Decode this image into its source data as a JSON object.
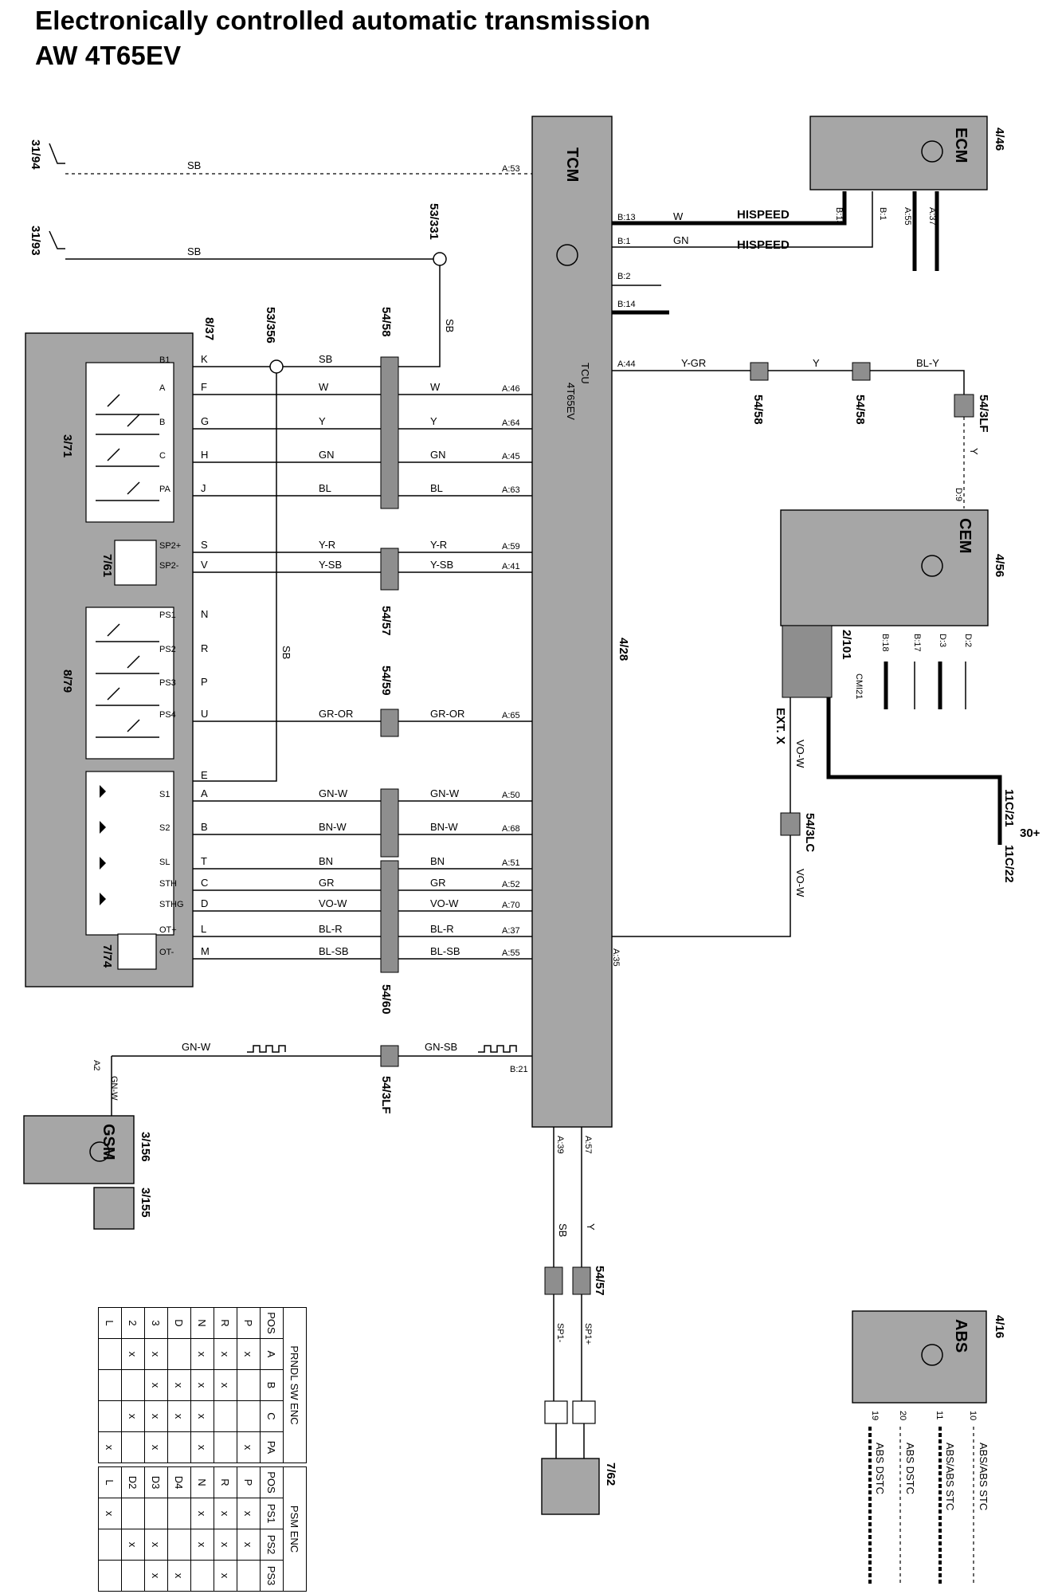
{
  "title": {
    "line1": "Electronically controlled automatic transmission",
    "line2": "AW 4T65EV"
  },
  "modules": {
    "tcm": {
      "id": "4/28",
      "name": "TCM",
      "sub1": "4T65EV",
      "sub2": "ТСU"
    },
    "ecm": {
      "id": "4/46",
      "name": "ECM"
    },
    "cem": {
      "id": "4/56",
      "name": "CEM"
    },
    "gsm": {
      "id": "3/156",
      "name": "GSM"
    },
    "abs": {
      "id": "4/16",
      "name": "ABS"
    },
    "unit871": {
      "id": "8/37"
    },
    "unit371": {
      "id": "3/71"
    },
    "unit761": {
      "id": "7/61"
    },
    "unit879": {
      "id": "8/79"
    },
    "unit774": {
      "id": "7/74"
    },
    "unit762": {
      "id": "7/62"
    },
    "unit3155": {
      "id": "3/155"
    },
    "cm21": {
      "id": "2/101",
      "sub": "CMI21"
    }
  },
  "grounds": {
    "g1": "31/94",
    "g2": "31/93"
  },
  "splices": {
    "s1": "53/331",
    "s2": "53/356"
  },
  "connectors": {
    "c5458a": "54/58",
    "c5457": "54/57",
    "c5459": "54/59",
    "c5460": "54/60",
    "c543lf": "54/3LF",
    "c5458b": "54/58",
    "c5458c": "54/58",
    "c543lfb": "54/3LF",
    "c543lc": "54/3LC",
    "c5457b": "54/57",
    "c11c21": "11C/21",
    "c11c22": "11C/22",
    "b30": "30+",
    "extx": "EXT. X"
  },
  "hispeed": {
    "a": "HISPEED",
    "b": "HISPEED"
  },
  "wires": {
    "sb": "SB",
    "w": "W",
    "y": "Y",
    "gn": "GN",
    "bl": "BL",
    "yr": "Y-R",
    "ysb": "Y-SB",
    "gror": "GR-OR",
    "gnw": "GN-W",
    "bnw": "BN-W",
    "bn": "BN",
    "gr": "GR",
    "vow": "VO-W",
    "blr": "BL-R",
    "blsb": "BL-SB",
    "gnsb": "GN-SB",
    "ygr": "Y-GR",
    "bly": "BL-Y",
    "sp1p": "SP1+",
    "sp1m": "SP1-"
  },
  "pins": {
    "a53": "A:53",
    "a46": "A:46",
    "a64": "A:64",
    "a45": "A:45",
    "a63": "A:63",
    "a59": "A:59",
    "a41": "A:41",
    "a65": "A:65",
    "a50": "A:50",
    "a68": "A:68",
    "a51": "A:51",
    "a52": "A:52",
    "a70": "A:70",
    "a37": "A:37",
    "a55": "A:55",
    "a35": "A:35",
    "b21": "B:21",
    "b13": "B:13",
    "b1": "B:1",
    "b2": "B:2",
    "b14": "B:14",
    "a44": "A:44",
    "a39": "A:39",
    "a57": "A:57",
    "a2": "A2",
    "d9": "D:9",
    "b18": "B:18",
    "b17": "B:17",
    "d3": "D:3",
    "d2": "D:2",
    "ecm_b13": "B:13",
    "ecm_b1": "B:1",
    "ecm_a55": "A:55",
    "ecm_a37": "A:37",
    "p10": "10",
    "p11": "11",
    "p20": "20",
    "p19": "19"
  },
  "letters": [
    "K",
    "F",
    "G",
    "H",
    "J",
    "S",
    "V",
    "N",
    "R",
    "P",
    "U",
    "E",
    "A",
    "B",
    "T",
    "C",
    "D",
    "L",
    "M"
  ],
  "sw_labels": [
    "B1",
    "A",
    "B",
    "C",
    "PA",
    "SP2+",
    "SP2-",
    "PS1",
    "PS2",
    "PS3",
    "PS4",
    "S1",
    "S2",
    "SL",
    "STH",
    "STHG",
    "OT+",
    "OT-"
  ],
  "abs_lines": [
    "ABS/ABS STC",
    "ABS/ABS STC",
    "ABS DSTC",
    "ABS DSTC"
  ],
  "table1": {
    "title": "PRNDL SW ENC",
    "header": [
      "POS",
      "A",
      "B",
      "C",
      "PA"
    ],
    "rows": [
      [
        "P",
        "x",
        "",
        "",
        "x"
      ],
      [
        "R",
        "x",
        "x",
        "",
        ""
      ],
      [
        "N",
        "x",
        "x",
        "x",
        "x"
      ],
      [
        "D",
        "",
        "x",
        "x",
        ""
      ],
      [
        "3",
        "x",
        "x",
        "x",
        "x"
      ],
      [
        "2",
        "x",
        "",
        "x",
        ""
      ],
      [
        "L",
        "",
        "",
        "",
        "x"
      ]
    ]
  },
  "table2": {
    "title": "PSM ENC",
    "header": [
      "POS",
      "PS1",
      "PS2",
      "PS3"
    ],
    "rows": [
      [
        "P",
        "x",
        "x",
        ""
      ],
      [
        "R",
        "x",
        "x",
        "x"
      ],
      [
        "N",
        "x",
        "x",
        ""
      ],
      [
        "D4",
        "",
        "",
        "x"
      ],
      [
        "D3",
        "",
        "x",
        "x"
      ],
      [
        "D2",
        "",
        "x",
        ""
      ],
      [
        "L",
        "x",
        "",
        ""
      ]
    ]
  }
}
